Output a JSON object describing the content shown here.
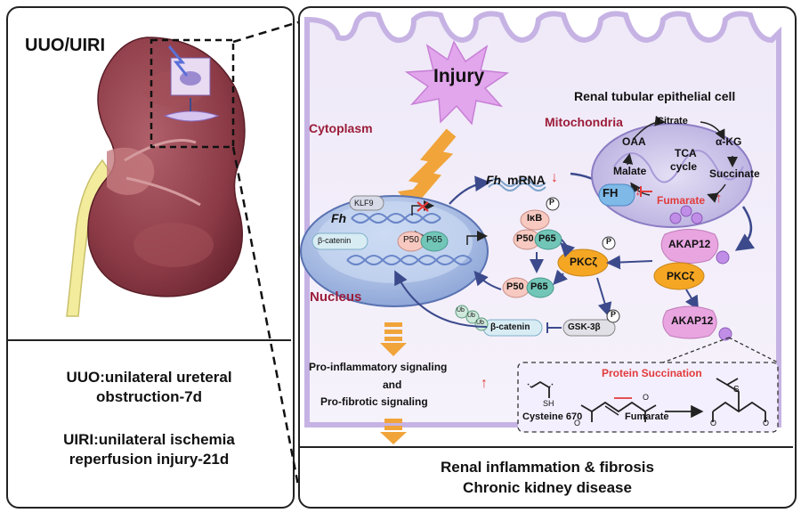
{
  "left_panel": {
    "model_label": "UUO/UIRI",
    "notes": [
      {
        "line1": "UUO:unilateral ureteral",
        "line2": "obstruction-7d"
      },
      {
        "line1": "UIRI:unilateral ischemia",
        "line2": "reperfusion injury-21d"
      }
    ]
  },
  "cell": {
    "title": "Renal tubular epithelial cell",
    "injury": "Injury",
    "cytoplasm": "Cytoplasm",
    "nucleus": "Nucleus",
    "mitochondria": "Mitochondria",
    "tca": {
      "center_line1": "TCA",
      "center_line2": "cycle",
      "citrate": "Citrate",
      "oaa": "OAA",
      "akg": "α-KG",
      "malate": "Malate",
      "succinate": "Succinate",
      "fumarate": "Fumarate",
      "fh": "FH",
      "fumarate_arrow": "↑",
      "fh_arrow": "↓"
    },
    "nuclear": {
      "fh_gene": "Fh",
      "klf9": "KLF9",
      "beta_catenin": "β-catenin",
      "p50": "P50",
      "p65": "P65"
    },
    "mrna": {
      "gene": "Fh",
      "label": "mRNA",
      "arrow": "↓"
    },
    "signaling": {
      "ikb": "IκB",
      "p50": "P50",
      "p65": "P65",
      "pkcz": "PKCζ",
      "akap12": "AKAP12",
      "gsk3b": "GSK-3β",
      "beta_catenin": "β-catenin",
      "ub": "Ub",
      "phospho": "P"
    },
    "outcome": {
      "line1": "Pro-inflammatory signaling",
      "line2": "and",
      "line3": "Pro-fibrotic signaling",
      "arrow": "↑"
    },
    "succination": {
      "title": "Protein Succination",
      "cysteine": "Cysteine 670",
      "fumarate": "Fumarate",
      "sh": "SH",
      "s": "S",
      "o": "O"
    }
  },
  "bottom": {
    "line1": "Renal inflammation & fibrosis",
    "line2": "Chronic kidney disease"
  },
  "colors": {
    "membrane": "#dcd0ee",
    "cell_fill": "#ece6f6",
    "kidney": "#8c3b46",
    "nucleus": "#9bb2dc",
    "mito": "#c6bce4",
    "pink_pill": "#f7c9c0",
    "teal_pill": "#72c6b8",
    "orange_pkc": "#f5a623",
    "pink_akap": "#e8a5e0",
    "injury_star": "#e2a6ec",
    "red": "#e23a3a",
    "maroon": "#9b1d3a",
    "arrow_blue": "#3c4a8c"
  }
}
